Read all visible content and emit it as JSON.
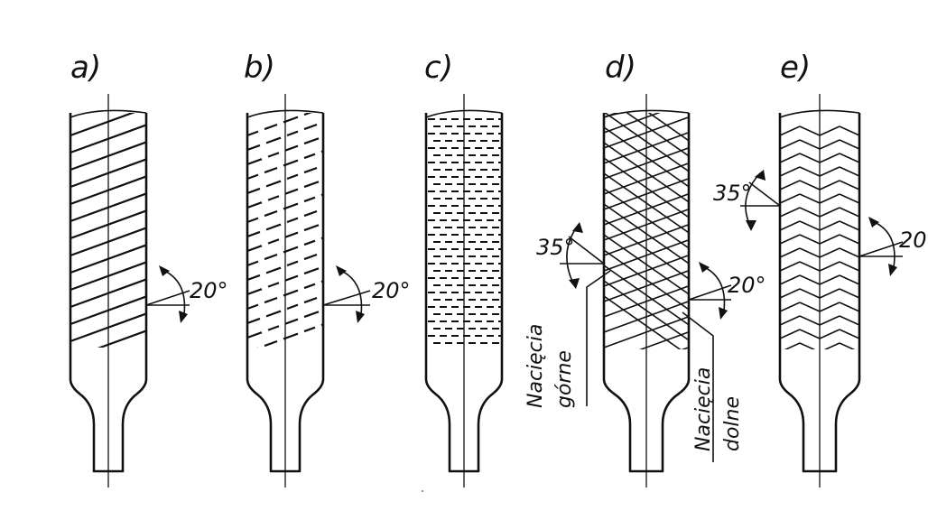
{
  "panels": [
    {
      "id": "a",
      "label": "a)"
    },
    {
      "id": "b",
      "label": "b)"
    },
    {
      "id": "c",
      "label": "c)"
    },
    {
      "id": "d",
      "label": "d)"
    },
    {
      "id": "e",
      "label": "e)"
    }
  ],
  "angles": {
    "a_right": "20°",
    "b_right": "20°",
    "d_left": "35°",
    "d_right": "20°",
    "e_left": "35°",
    "e_right": "20"
  },
  "annotations": {
    "upper_cuts_line1": "Nacięcia",
    "upper_cuts_line2": "górne",
    "lower_cuts_line1": "Nacięcia",
    "lower_cuts_line2": "dolne"
  }
}
